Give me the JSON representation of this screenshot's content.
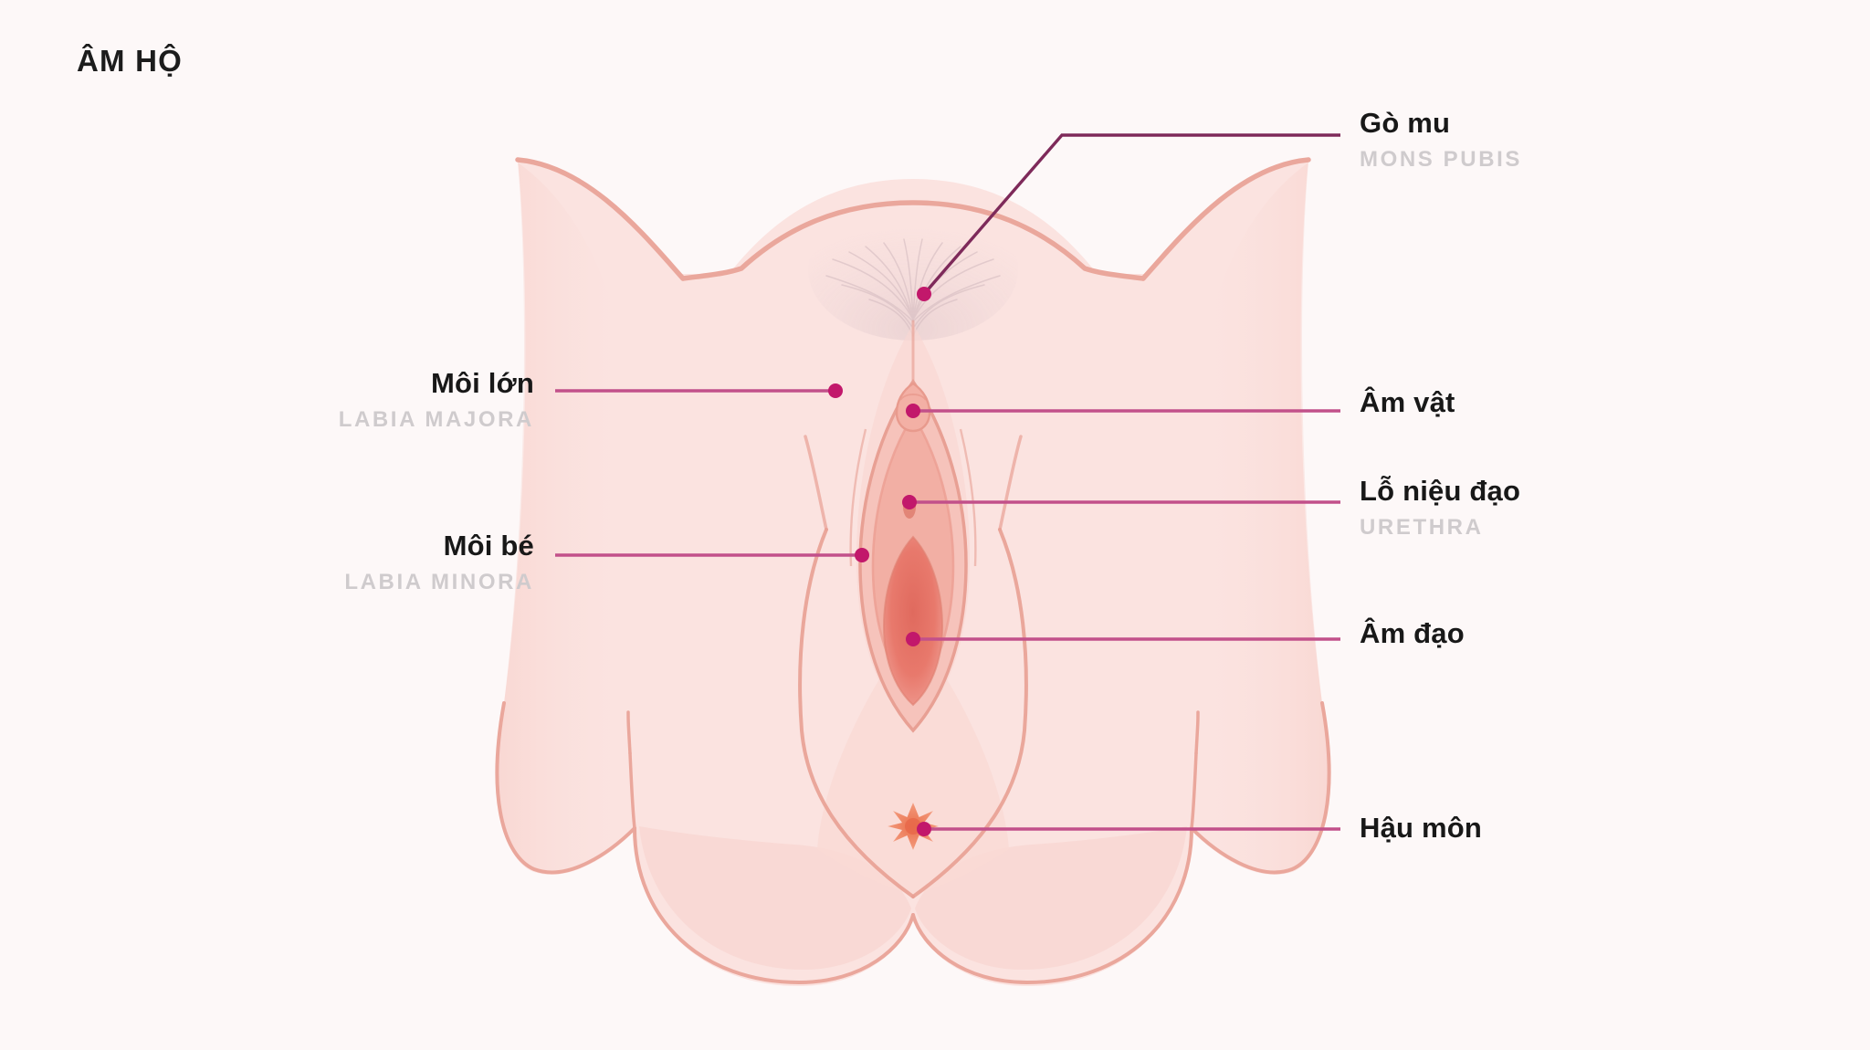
{
  "page": {
    "title": "ÂM HỘ",
    "background_color": "#fdf8f8"
  },
  "palette": {
    "leader_line": "#c2508a",
    "leader_line_dark": "#7e2a5a",
    "dot": "#c2186b",
    "outline": "#eaa79c",
    "skin_light": "#fbe3e0",
    "skin_mid": "#f8cfca",
    "skin_deep": "#f2b5ab",
    "inner_pink": "#ef9d93",
    "vagina_deep": "#e8766a",
    "anus": "#ef7f5f",
    "text_primary": "#181818",
    "text_secondary": "#cfcbcd"
  },
  "labels": [
    {
      "id": "mons",
      "vi": "Gò mu",
      "en": "MONS PUBIS",
      "side": "right",
      "icon": "leader-line-bent"
    },
    {
      "id": "clitoris",
      "vi": "Âm vật",
      "en": "",
      "side": "right",
      "icon": "leader-line-straight"
    },
    {
      "id": "urethra",
      "vi": "Lỗ niệu đạo",
      "en": "URETHRA",
      "side": "right",
      "icon": "leader-line-straight"
    },
    {
      "id": "vagina",
      "vi": "Âm đạo",
      "en": "",
      "side": "right",
      "icon": "leader-line-straight"
    },
    {
      "id": "anus",
      "vi": "Hậu môn",
      "en": "",
      "side": "right",
      "icon": "leader-line-straight"
    },
    {
      "id": "majora",
      "vi": "Môi lớn",
      "en": "LABIA MAJORA",
      "side": "left",
      "icon": "leader-line-straight"
    },
    {
      "id": "minora",
      "vi": "Môi bé",
      "en": "LABIA MINORA",
      "side": "left",
      "icon": "leader-line-straight"
    }
  ],
  "diagram": {
    "type": "anatomical-illustration",
    "subject": "vulva",
    "parts": [
      "mons-pubis",
      "labia-majora",
      "labia-minora",
      "clitoris",
      "urethral-opening",
      "vaginal-opening",
      "anus",
      "buttocks",
      "thighs"
    ]
  }
}
